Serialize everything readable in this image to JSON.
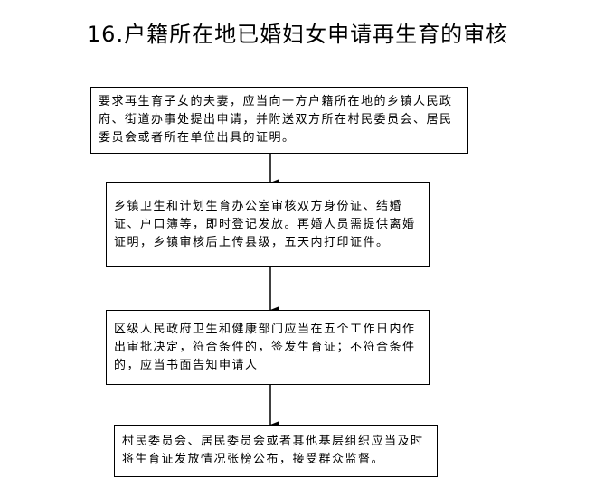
{
  "title": "16.户籍所在地已婚妇女申请再生育的审核",
  "steps": [
    {
      "text": "要求再生育子女的夫妻，应当向一方户籍所在地的乡镇人民政府、街道办事处提出申请，并附送双方所在村民委员会、居民委员会或者所在单位出具的证明。"
    },
    {
      "text": "乡镇卫生和计划生育办公室审核双方身份证、结婚证、户口簿等，即时登记发放。再婚人员需提供离婚证明，乡镇审核后上传县级，五天内打印证件。"
    },
    {
      "text": "区级人民政府卫生和健康部门应当在五个工作日内作出审批决定，符合条件的，签发生育证；不符合条件的，应当书面告知申请人"
    },
    {
      "text": "村民委员会、居民委员会或者其他基层组织应当及时将生育证发放情况张榜公布，接受群众监督。"
    }
  ]
}
